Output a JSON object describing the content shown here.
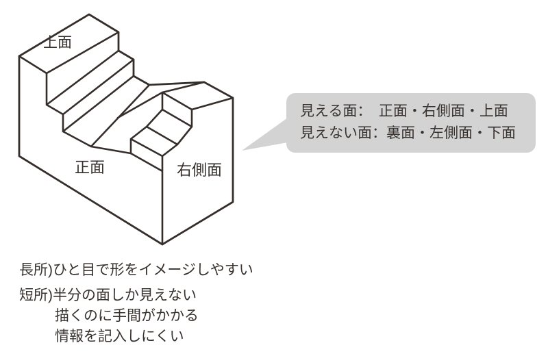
{
  "colors": {
    "line": "#352e2b",
    "bubble_bg": "#d3d3d3",
    "text": "#38322f",
    "background": "#ffffff"
  },
  "diagram": {
    "type": "isometric-drawing-of-stepped-block",
    "face_labels": {
      "top_face": "上面",
      "front_face": "正面",
      "right_side_face": "右側面"
    }
  },
  "callout": {
    "visible_faces_line": "見える面：　正面・右側面・上面",
    "hidden_faces_line": "見えない面：裏面・左側面・下面"
  },
  "notes": [
    {
      "text": "長所)ひと目で形をイメージしやすい"
    },
    {
      "text": "短所)半分の面しか見えない"
    },
    {
      "text": "描くのに手間がかかる"
    },
    {
      "text": "情報を記入しにくい"
    }
  ]
}
